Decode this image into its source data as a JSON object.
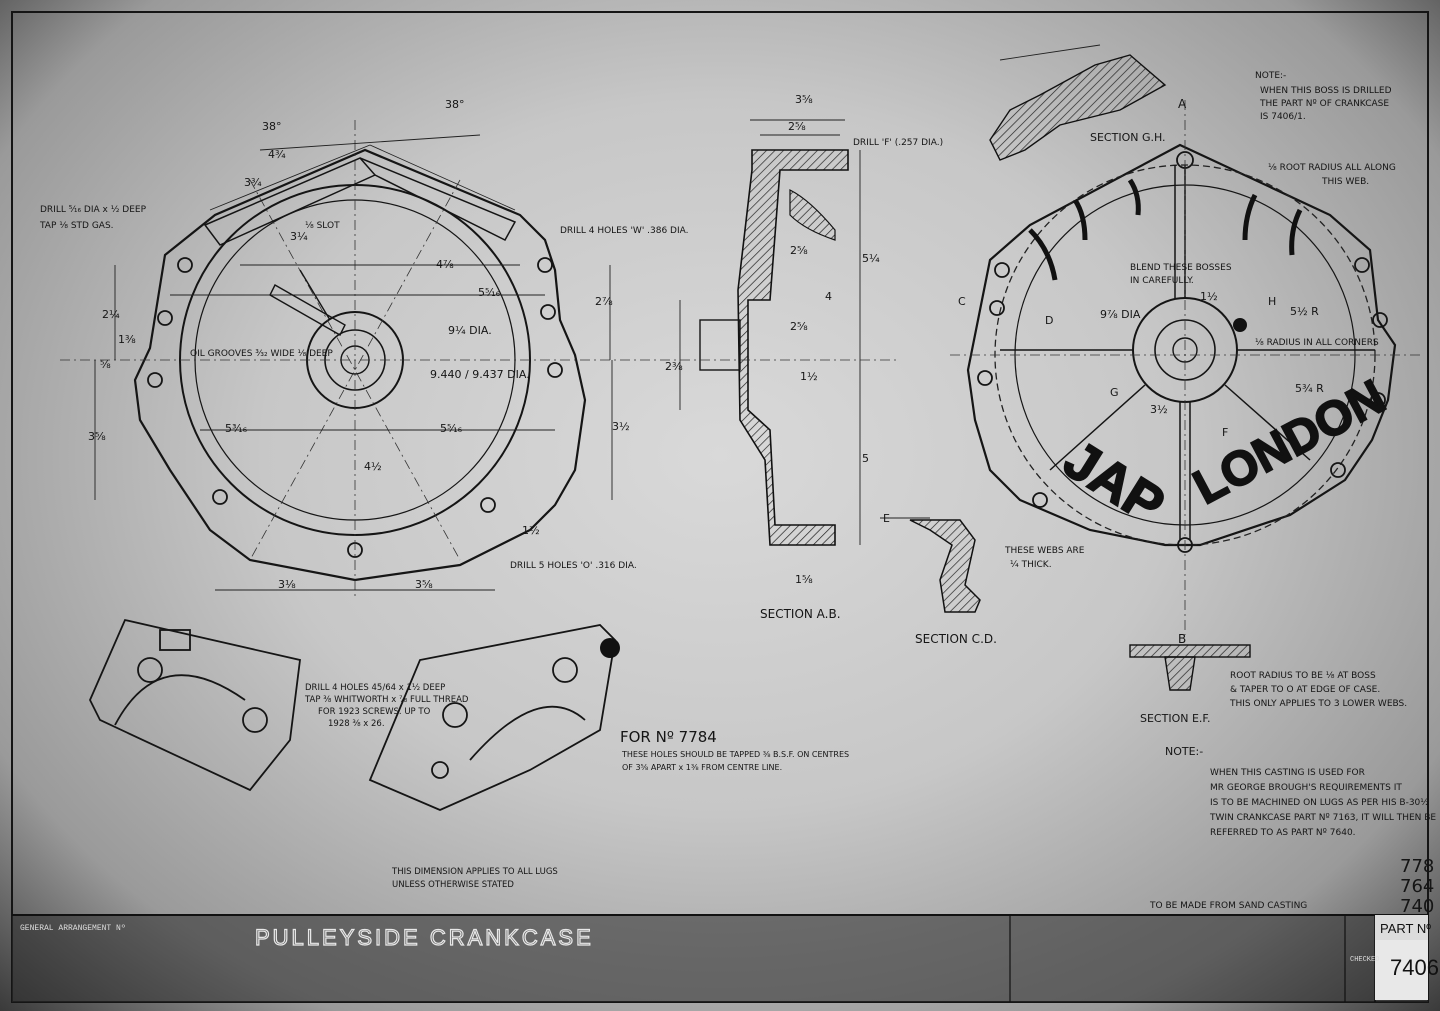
{
  "drawing": {
    "title": "PULLEYSIDE CRANKCASE",
    "part_no_label": "PART Nº",
    "part_no": "7406",
    "side_numbers": [
      "778",
      "764",
      "740"
    ],
    "to_be_made": "TO BE MADE FROM SAND CASTING",
    "general_arrangement": "GENERAL ARRANGEMENT Nº",
    "checked": "CHECKED"
  },
  "sections": {
    "ab": "SECTION A.B.",
    "cd": "SECTION C.D.",
    "gh": "SECTION G.H.",
    "ef": "SECTION E.F."
  },
  "notes": {
    "top_right_label": "NOTE:-",
    "top_right": [
      "WHEN THIS BOSS IS DRILLED",
      "THE PART Nº OF CRANKCASE",
      "IS 7406/1."
    ],
    "root_radius_top": [
      "⅛ ROOT RADIUS ALL ALONG",
      "THIS WEB."
    ],
    "blend": [
      "BLEND THESE BOSSES",
      "IN CAREFULLY."
    ],
    "radius_corners": "⅛ RADIUS IN ALL CORNERS",
    "webs": [
      "THESE WEBS ARE",
      "¼ THICK."
    ],
    "root_radius_bottom": [
      "ROOT RADIUS TO BE ⅛ AT BOSS",
      "& TAPER TO O AT EDGE OF CASE.",
      "THIS ONLY APPLIES TO 3 LOWER WEBS."
    ],
    "bottom_right_label": "NOTE:-",
    "bottom_right": [
      "WHEN THIS CASTING IS USED FOR",
      "MR GEORGE BROUGH'S REQUIREMENTS IT",
      "IS TO BE MACHINED ON LUGS AS PER HIS B-30½",
      "TWIN CRANKCASE PART Nº 7163, IT WILL THEN BE",
      "REFERRED TO AS PART Nº 7640."
    ],
    "for_label": "FOR Nº 7784",
    "for_text": [
      "THESE HOLES SHOULD BE TAPPED ⅜ B.S.F. ON CENTRES",
      "OF 3⅝ APART x 1⅜ FROM CENTRE LINE."
    ],
    "drill_4": [
      "DRILL 4 HOLES 45/64 x 1½ DEEP",
      "TAP ⅜ WHITWORTH x ⅞ FULL THREAD",
      "FOR 1923 SCREWS. UP TO",
      "1928 ⅜ x 26."
    ],
    "dimension_applies": [
      "THIS DIMENSION APPLIES TO ALL LUGS",
      "UNLESS OTHERWISE STATED"
    ]
  },
  "callouts": {
    "drill_top": "DRILL ⁵⁄₁₆ DIA x ½ DEEP",
    "tap_gas": "TAP ⅛ STD GAS.",
    "drill_holes_w": "DRILL 4 HOLES 'W' .386 DIA.",
    "drill_f": "DRILL 'F' (.257 DIA.)",
    "drill_5": "DRILL 5 HOLES 'O' .316 DIA.",
    "oil_grooves": "OIL GROOVES ³⁄₃₂ WIDE ⅛ DEEP",
    "slot": "⅛ SLOT",
    "jap": "JAP",
    "london": "LONDON"
  },
  "dims_left": [
    "38°",
    "38°",
    "4¾",
    "3¾",
    "4⅞",
    "5⁵⁄₁₆",
    "9¼ DIA.",
    "9.440 / 9.437 DIA.",
    "5³⁄₁₆",
    "5⁵⁄₁₆",
    "4½",
    "3⅝",
    "3½",
    "2⅞",
    "2¼",
    "1⅜",
    "⅝",
    "3⅛",
    "3⅝",
    "1½",
    "3¼"
  ],
  "dims_mid": [
    "3⅝",
    "2⅝",
    "2⅝",
    "2⅝",
    "5¼",
    "4",
    "5",
    "1½",
    "2⅜",
    "1⅝"
  ],
  "dims_right": [
    "9⅞ DIA",
    "5½ R",
    "5¾ R",
    "3½",
    "1½",
    "A",
    "B",
    "C",
    "D",
    "E",
    "F",
    "G",
    "H"
  ]
}
